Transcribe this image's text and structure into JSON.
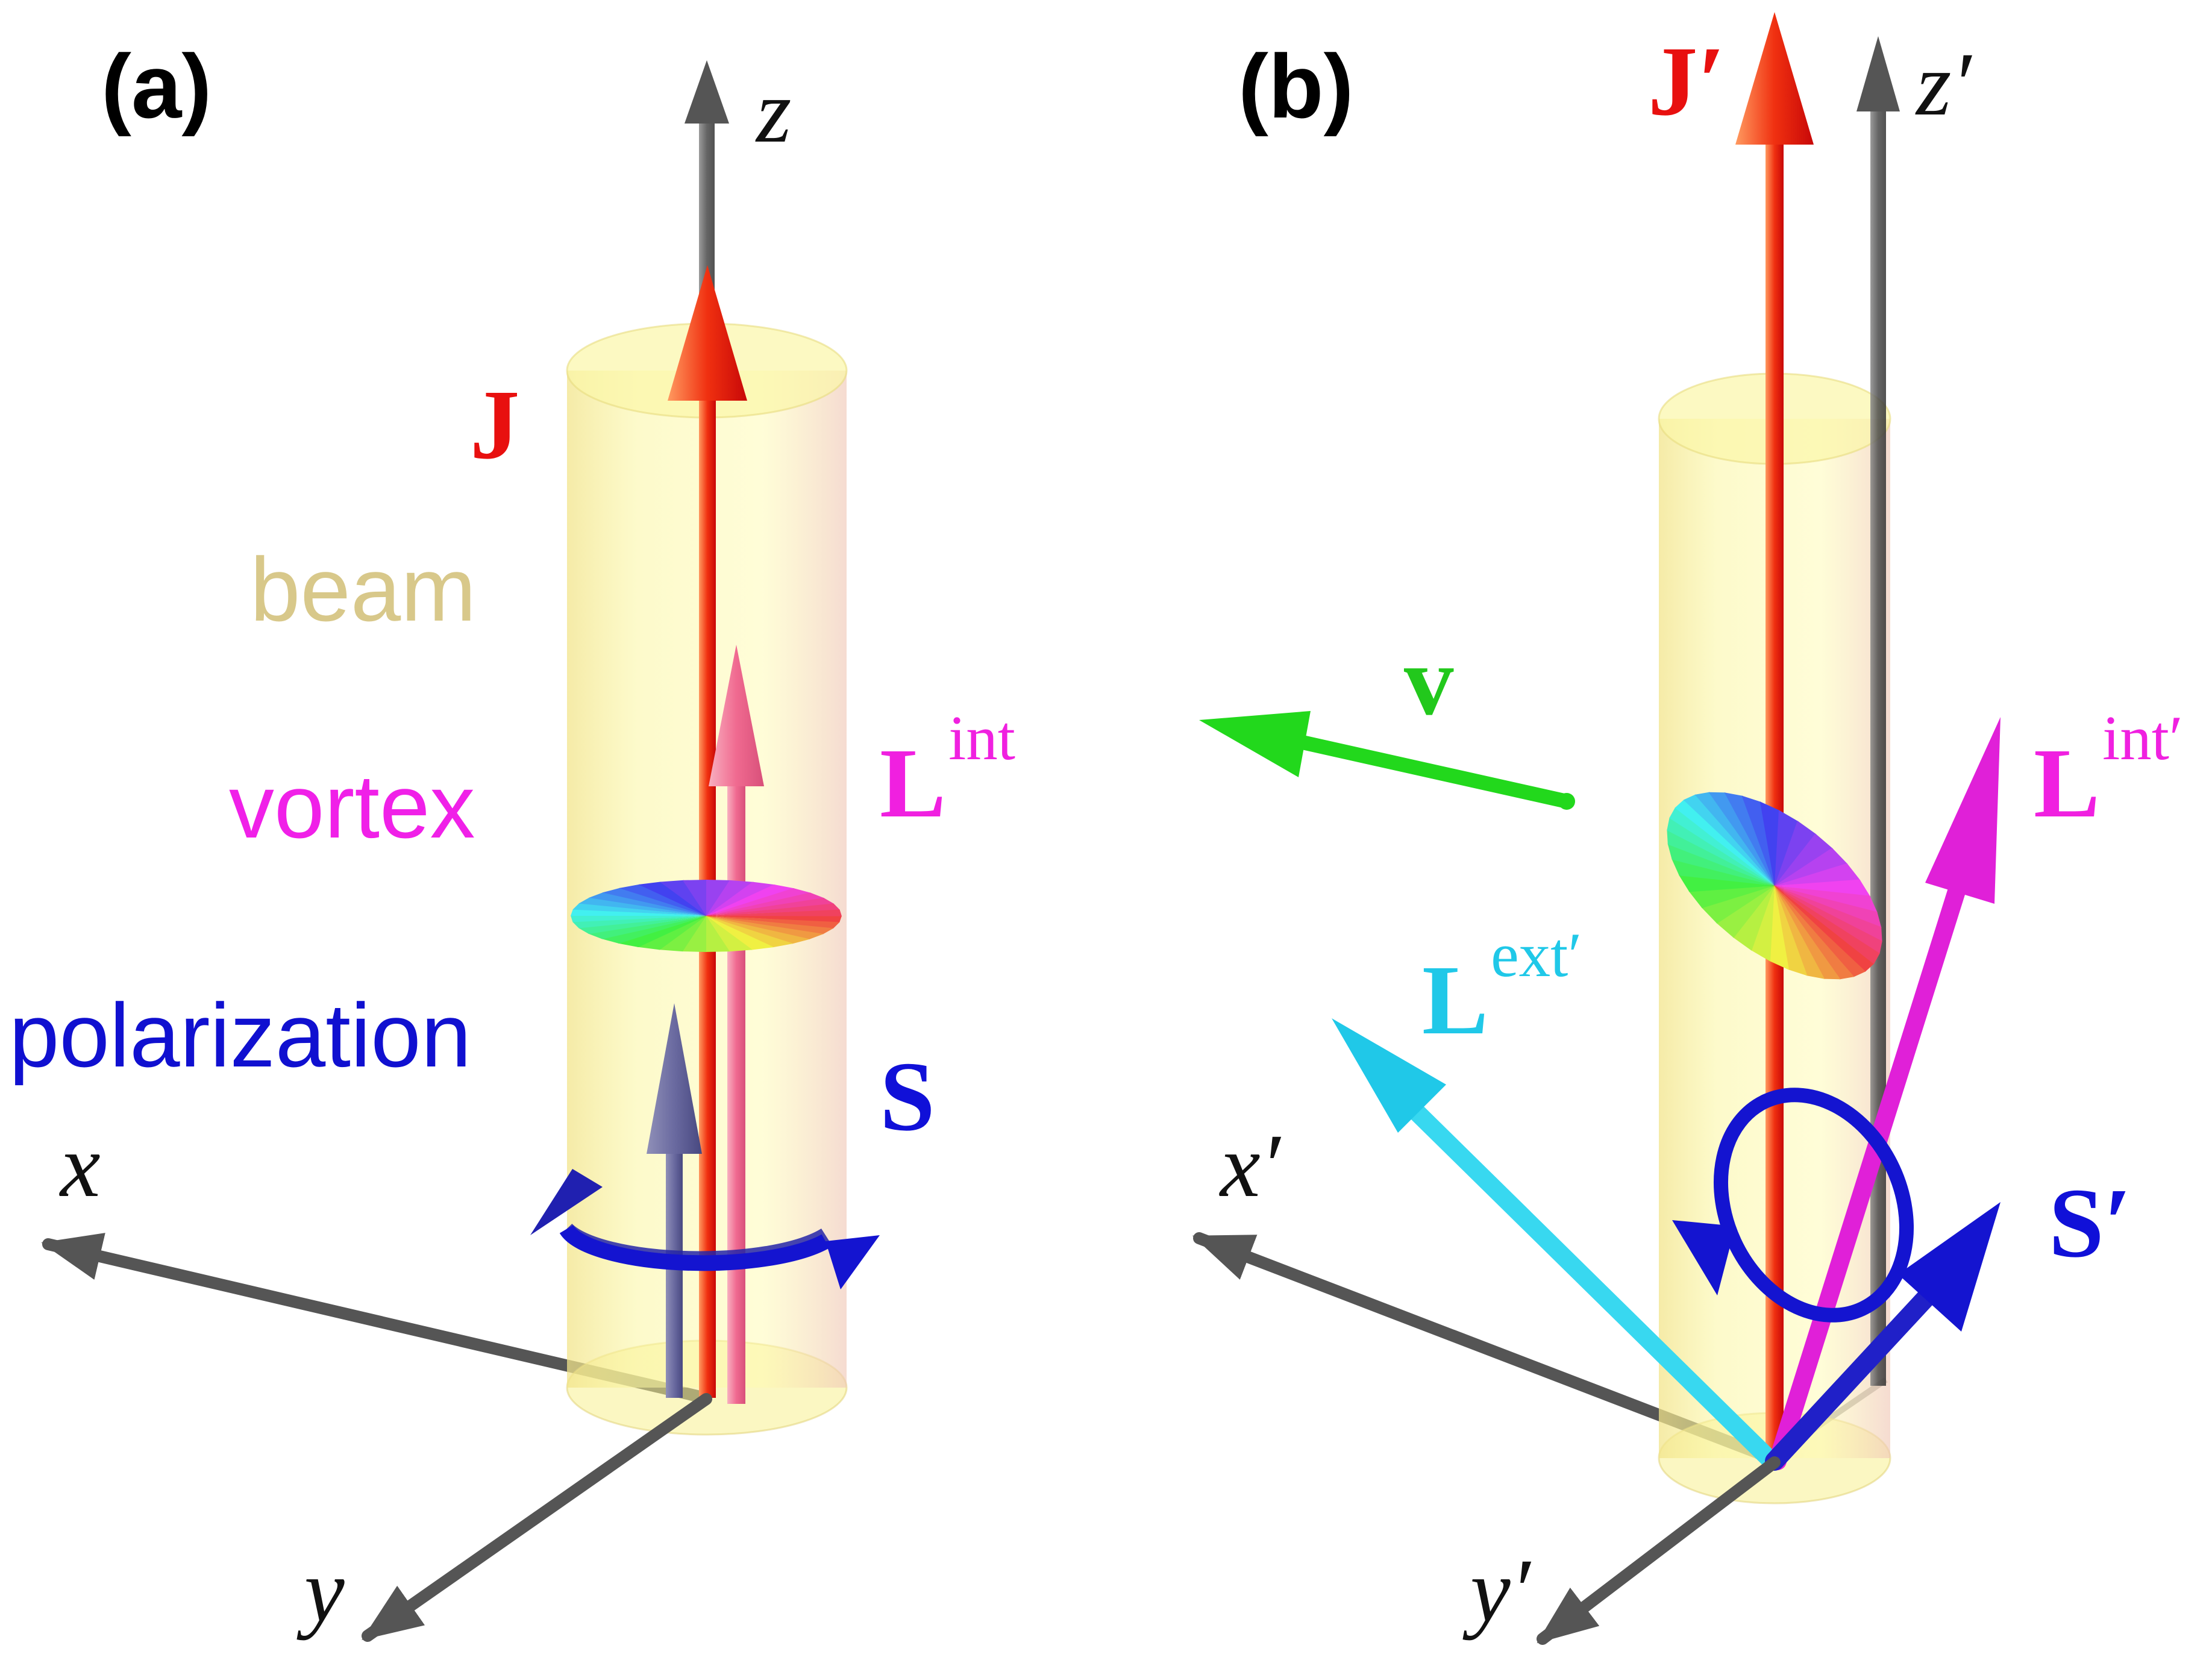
{
  "panels": {
    "a": {
      "label": "(a)",
      "axes": {
        "x": "x",
        "y": "y",
        "z": "z"
      },
      "vectors": {
        "J": "J",
        "L": "L",
        "L_sup": "int",
        "S": "S"
      },
      "words": {
        "beam": "beam",
        "vortex": "vortex",
        "polarization": "polarization"
      }
    },
    "b": {
      "label": "(b)",
      "axes": {
        "x": "x′",
        "y": "y′",
        "z": "z′"
      },
      "vectors": {
        "J": "J′",
        "L_int": "L",
        "L_int_sup": "int′",
        "L_ext": "L",
        "L_ext_sup": "ext′",
        "S": "S′",
        "v": "v"
      }
    }
  },
  "colors": {
    "J": "#e8100f",
    "L_int": "#f020e0",
    "L_int_arrow_a": "#f0809a",
    "L_ext": "#20c8e8",
    "S": "#1010d8",
    "v": "#22d81c",
    "axis": "#555555",
    "beam": "#f6f27a",
    "beam_label": "#d8c88a",
    "vortex_label": "#f020e8",
    "polarization_label": "#1010d0"
  }
}
